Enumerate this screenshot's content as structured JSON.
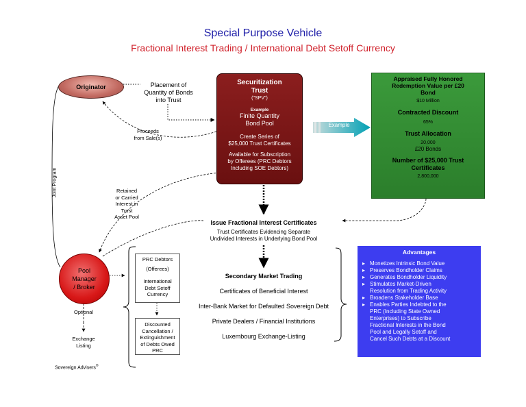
{
  "header": {
    "title": "Special Purpose Vehicle",
    "subtitle": "Fractional Interest Trading / International Debt Setoff Currency"
  },
  "originator": {
    "label": "Originator"
  },
  "placement": {
    "lines": [
      "Placement of",
      "Quantity of Bonds",
      "into Trust"
    ]
  },
  "proceeds": {
    "lines": [
      "Proceeds",
      "from Sale(s)"
    ]
  },
  "retained": {
    "lines": [
      "Retained",
      "or Carried",
      "Interest in",
      "Trust",
      "Asset Pool"
    ]
  },
  "joint_program": "Joint Program",
  "trust": {
    "title1": "Securitization",
    "title2": "Trust",
    "spv": "(\"SPV\")",
    "example": "Example",
    "finite1": "Finite Quantity",
    "finite2": "Bond Pool",
    "create1": "Create Series of",
    "create2": "$25,000 Trust Certificates",
    "avail1": "Available for Subscription",
    "avail2": "by Offerees (PRC Debtors",
    "avail3": "Including SOE Debtors)"
  },
  "example_arrow": "Example",
  "green": {
    "appraised1": "Appraised Fully Honored",
    "appraised2": "Redemption Value per £20",
    "appraised3": "Bond",
    "appraised_value": "$10 Million",
    "discount": "Contracted Discount",
    "discount_value": "65%",
    "allocation": "Trust Allocation",
    "allocation_v1": "20,000",
    "allocation_v2": "£20 Bonds",
    "number1": "Number of $25,000 Trust",
    "number2": "Certificates",
    "number_value": "2,800,000"
  },
  "issue": {
    "title": "Issue Fractional Interest Certificates",
    "line1": "Trust Certificates Evidencing Separate",
    "line2": "Undivided Interests in Underlying Bond Pool"
  },
  "secondary": {
    "title": "Secondary Market Trading",
    "items": [
      "Certificates of Beneficial Interest",
      "Inter-Bank Market for Defaulted Sovereign Debt",
      "Private Dealers / Financial Institutions",
      "Luxembourg Exchange-Listing"
    ]
  },
  "prc_box": {
    "line1": "PRC Debtors",
    "line2": "(Offerees)",
    "line3": "International",
    "line4": "Debt Setoff",
    "line5": "Currency"
  },
  "discounted_box": {
    "line1": "Discounted",
    "line2": "Cancellation /",
    "line3": "Extinguishment",
    "line4": "of Debts Owed",
    "line5": "PRC"
  },
  "pool": {
    "line1": "Pool",
    "line2": "Manager",
    "line3": "/ Broker"
  },
  "optional": "Optional",
  "exchange": {
    "line1": "Exchange",
    "line2": "Listing"
  },
  "footer": {
    "brand": "Sovereign Advisers",
    "mark": "®"
  },
  "advantages": {
    "title": "Advantages",
    "items": [
      {
        "l1": "Monetizes Intrinsic Bond Value"
      },
      {
        "l1": "Preserves Bondholder Claims"
      },
      {
        "l1": "Generates Bondholder Liquidity"
      },
      {
        "l1": "Stimulates Market-Driven",
        "l2": "Resolution from Trading Activity"
      },
      {
        "l1": "Broadens Stakeholder Base"
      },
      {
        "l1": "Enables Parties Indebted to the",
        "l2": "PRC (Including State Owned",
        "l3": "Enterprises) to Subscribe",
        "l4": "Fractional Interests in the Bond",
        "l5": "Pool and Legally Setoff and",
        "l6": "Cancel Such Debts at a Discount"
      }
    ]
  }
}
